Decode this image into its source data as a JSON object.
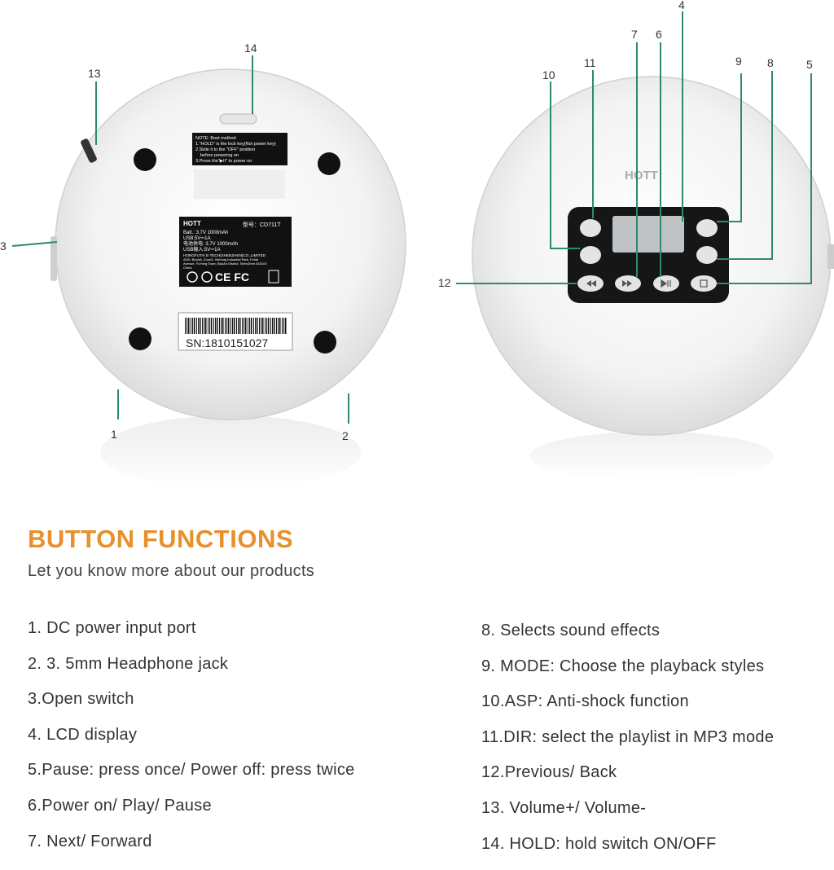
{
  "diagram": {
    "callouts": [
      "1",
      "2",
      "3",
      "4",
      "5",
      "6",
      "7",
      "8",
      "9",
      "10",
      "11",
      "12",
      "13",
      "14"
    ],
    "back_label": {
      "brand": "HOTT",
      "model": "型号：CD711T",
      "lines": [
        "Batt.: 3.7V 1000mAh",
        "USB:5V⎓1A",
        "电池供电: 3.7V 1000mAh",
        "USB输入:5V⎓1A",
        "HONGFUTAI E-TECH(SHENZHEN)CO.,LIMITED",
        "ADD: Block6, Zone3, Xinhong Industrial Park, Fuhai",
        "Avenue, FuYong Town, BaoAn District, ShenZhen 518103",
        "China"
      ],
      "certs": "CE FC"
    },
    "note_label": {
      "lines": [
        "NOTE: Boot method",
        "1.\"HOLD\" is the lock key(Not power key)",
        "2.Slide it to the \"OFF\" position",
        "before powering on",
        "3.Press the\"▶II\" to power on"
      ]
    },
    "serial": "SN:1810151027",
    "front_brand": "HOTT"
  },
  "heading": "BUTTON FUNCTIONS",
  "subheading": "Let you know more about our products",
  "functions_left": [
    "1. DC power input port",
    "2. 3. 5mm Headphone jack",
    "3.Open switch",
    "4. LCD display",
    "5.Pause: press once/ Power off: press twice",
    "6.Power on/ Play/ Pause",
    "7. Next/ Forward"
  ],
  "functions_right": [
    "8. Selects sound effects",
    "9. MODE: Choose the playback styles",
    "10.ASP: Anti-shock function",
    "11.DIR: select the playlist in MP3 mode",
    "12.Previous/ Back",
    "13. Volume+/ Volume-",
    "14. HOLD: hold switch ON/OFF"
  ]
}
